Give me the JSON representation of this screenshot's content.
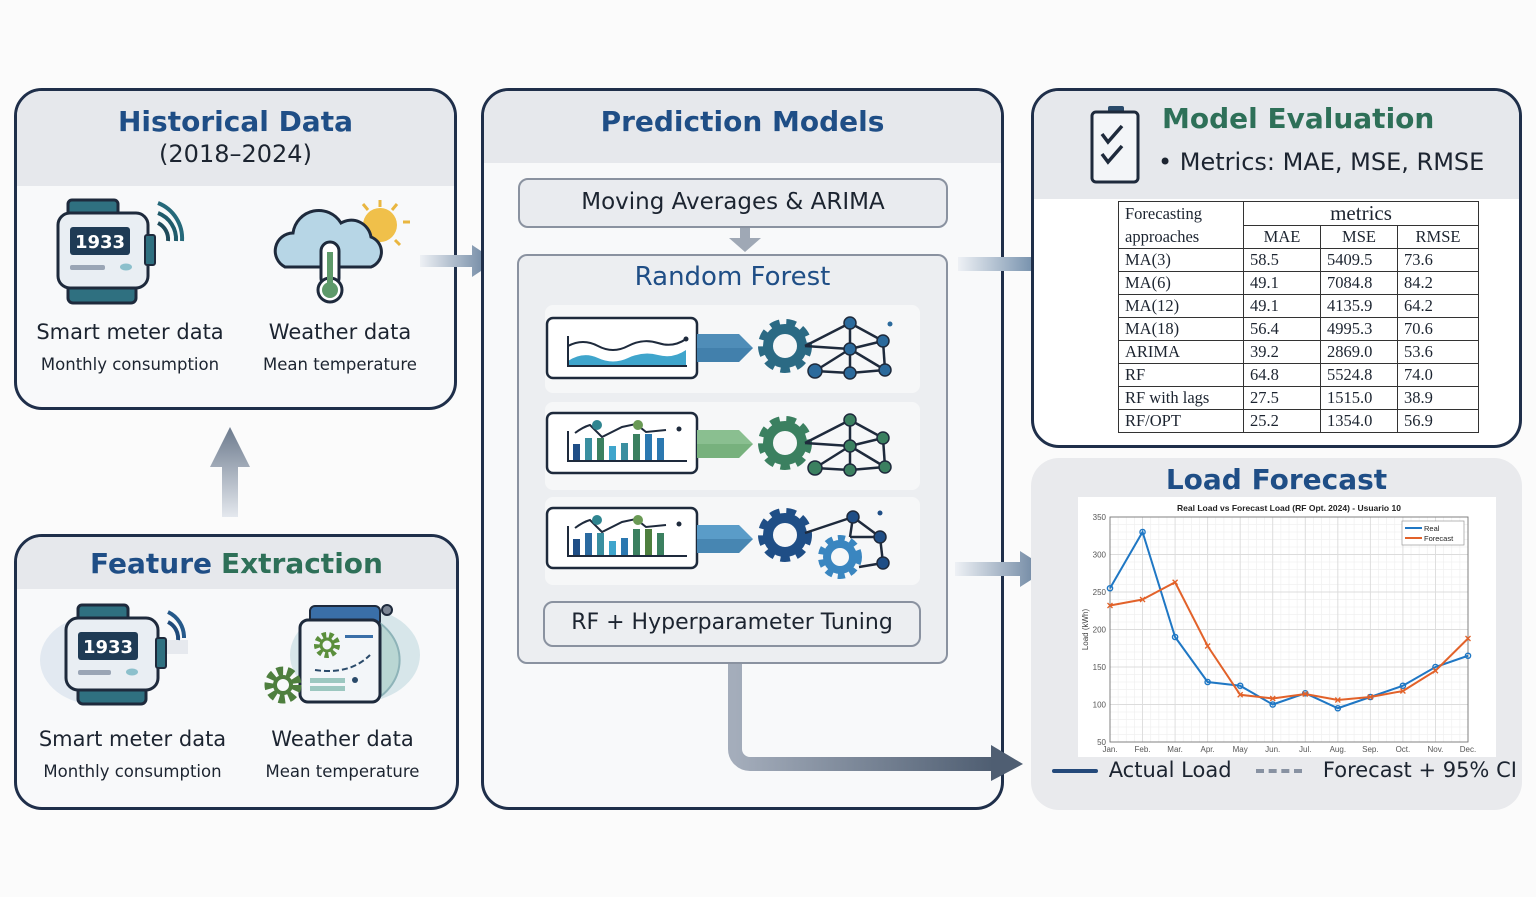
{
  "historical": {
    "title": "Historical Data",
    "subtitle": "(2018–2024)",
    "items": [
      {
        "icon": "smart-meter-icon",
        "meter_reading": "1933",
        "label": "Smart meter data",
        "sub": "Monthly consumption"
      },
      {
        "icon": "weather-icon",
        "label": "Weather data",
        "sub": "Mean temperature"
      }
    ]
  },
  "feature": {
    "title_part1": "Feature",
    "title_part2": "Extraction",
    "items": [
      {
        "icon": "smart-meter-icon",
        "meter_reading": "1933",
        "label": "Smart meter data",
        "sub": "Monthly consumption"
      },
      {
        "icon": "weather-processing-icon",
        "label": "Weather data",
        "sub": "Mean temperature"
      }
    ]
  },
  "prediction": {
    "title": "Prediction Models",
    "baseline_box": "Moving Averages & ARIMA",
    "rf_title": "Random Forest",
    "rows": [
      {
        "chart": "area-chart-icon",
        "model": "gear-network-icon",
        "accent": "#2f6f8f"
      },
      {
        "chart": "bar-chart-icon",
        "model": "gear-network-icon",
        "accent": "#3b8060"
      },
      {
        "chart": "bar-chart-icon",
        "model": "double-gear-icon",
        "accent": "#2b5a8c"
      }
    ],
    "tuning_box": "RF + Hyperparameter Tuning"
  },
  "evaluation": {
    "title": "Model Evaluation",
    "metrics_bullet": "• Metrics: MAE, MSE, RMSE",
    "table": {
      "row_header_line1": "Forecasting",
      "row_header_line2": "approaches",
      "group_header": "metrics",
      "columns": [
        "MAE",
        "MSE",
        "RMSE"
      ],
      "rows": [
        [
          "MA(3)",
          "58.5",
          "5409.5",
          "73.6"
        ],
        [
          "MA(6)",
          "49.1",
          "7084.8",
          "84.2"
        ],
        [
          "MA(12)",
          "49.1",
          "4135.9",
          "64.2"
        ],
        [
          "MA(18)",
          "56.4",
          "4995.3",
          "70.6"
        ],
        [
          "ARIMA",
          "39.2",
          "2869.0",
          "53.6"
        ],
        [
          "RF",
          "64.8",
          "5524.8",
          "74.0"
        ],
        [
          "RF with lags",
          "27.5",
          "1515.0",
          "38.9"
        ],
        [
          "RF/OPT",
          "25.2",
          "1354.0",
          "56.9"
        ]
      ]
    }
  },
  "forecast": {
    "title": "Load Forecast",
    "legend_actual": "Actual Load",
    "legend_forecast": "Forecast + 95% CI"
  },
  "colors": {
    "navy": "#1f4e86",
    "green": "#2e7058",
    "real": "#1f77c4",
    "forecast": "#e2622a"
  },
  "chart_data": {
    "type": "line",
    "title": "Real Load vs Forecast Load (RF Opt. 2024) - Usuario 10",
    "xlabel": "",
    "ylabel": "Load (kWh)",
    "categories": [
      "Jan.",
      "Feb.",
      "Mar.",
      "Apr.",
      "May",
      "Jun.",
      "Jul.",
      "Aug.",
      "Sep.",
      "Oct.",
      "Nov.",
      "Dec."
    ],
    "ylim": [
      50,
      350
    ],
    "yticks": [
      50,
      100,
      150,
      200,
      250,
      300,
      350
    ],
    "grid": true,
    "legend_position": "top-right",
    "series": [
      {
        "name": "Real",
        "marker": "circle",
        "color": "#1f77c4",
        "values": [
          255,
          330,
          190,
          130,
          125,
          100,
          115,
          95,
          110,
          125,
          150,
          165
        ]
      },
      {
        "name": "Forecast",
        "marker": "x",
        "color": "#e2622a",
        "values": [
          232,
          240,
          263,
          178,
          113,
          108,
          114,
          106,
          110,
          118,
          145,
          188
        ]
      }
    ]
  }
}
